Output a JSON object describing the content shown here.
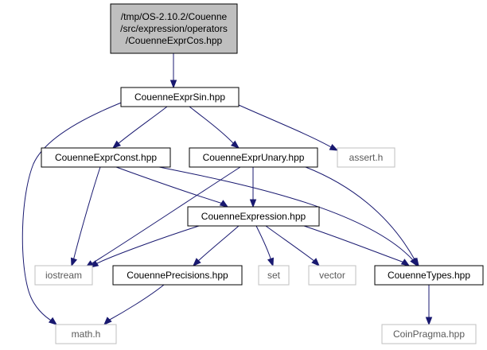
{
  "graph": {
    "nodes": [
      {
        "id": "root",
        "lines": [
          "/tmp/OS-2.10.2/Couenne",
          "/src/expression/operators",
          "/CouenneExprCos.hpp"
        ],
        "style": "root"
      },
      {
        "id": "sin",
        "lines": [
          "CouenneExprSin.hpp"
        ],
        "style": "normal"
      },
      {
        "id": "const",
        "lines": [
          "CouenneExprConst.hpp"
        ],
        "style": "normal"
      },
      {
        "id": "unary",
        "lines": [
          "CouenneExprUnary.hpp"
        ],
        "style": "normal"
      },
      {
        "id": "assert",
        "lines": [
          "assert.h"
        ],
        "style": "external"
      },
      {
        "id": "expression",
        "lines": [
          "CouenneExpression.hpp"
        ],
        "style": "normal"
      },
      {
        "id": "iostream",
        "lines": [
          "iostream"
        ],
        "style": "external"
      },
      {
        "id": "precisions",
        "lines": [
          "CouennePrecisions.hpp"
        ],
        "style": "normal"
      },
      {
        "id": "set",
        "lines": [
          "set"
        ],
        "style": "external"
      },
      {
        "id": "vector",
        "lines": [
          "vector"
        ],
        "style": "external"
      },
      {
        "id": "types",
        "lines": [
          "CouenneTypes.hpp"
        ],
        "style": "normal"
      },
      {
        "id": "math",
        "lines": [
          "math.h"
        ],
        "style": "external"
      },
      {
        "id": "coinpragma",
        "lines": [
          "CoinPragma.hpp"
        ],
        "style": "external"
      }
    ],
    "edges": [
      {
        "from": "root",
        "to": "sin"
      },
      {
        "from": "sin",
        "to": "math"
      },
      {
        "from": "sin",
        "to": "const"
      },
      {
        "from": "sin",
        "to": "unary"
      },
      {
        "from": "sin",
        "to": "assert"
      },
      {
        "from": "const",
        "to": "iostream"
      },
      {
        "from": "const",
        "to": "expression"
      },
      {
        "from": "const",
        "to": "types"
      },
      {
        "from": "unary",
        "to": "iostream"
      },
      {
        "from": "unary",
        "to": "expression"
      },
      {
        "from": "unary",
        "to": "types"
      },
      {
        "from": "expression",
        "to": "iostream"
      },
      {
        "from": "expression",
        "to": "precisions"
      },
      {
        "from": "expression",
        "to": "set"
      },
      {
        "from": "expression",
        "to": "vector"
      },
      {
        "from": "expression",
        "to": "types"
      },
      {
        "from": "precisions",
        "to": "math"
      },
      {
        "from": "types",
        "to": "coinpragma"
      }
    ]
  },
  "colors": {
    "edge": "#191970",
    "root_fill": "#bfbfbf",
    "normal_stroke": "#000000",
    "external_stroke": "#bfbfbf",
    "external_text": "#595959"
  }
}
